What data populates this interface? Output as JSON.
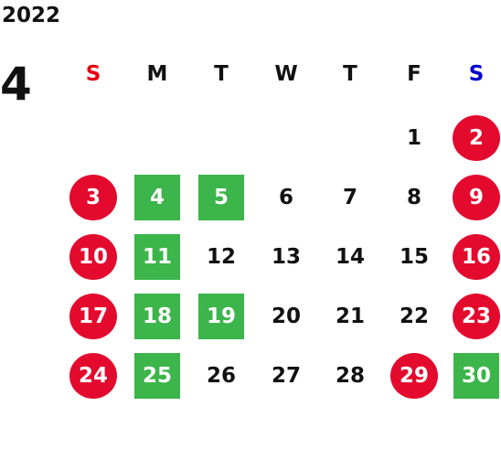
{
  "calendar": {
    "year": "2022",
    "month": "4",
    "weekdays": [
      {
        "label": "S",
        "color": "#e30613"
      },
      {
        "label": "M",
        "color": "#111111"
      },
      {
        "label": "T",
        "color": "#111111"
      },
      {
        "label": "W",
        "color": "#111111"
      },
      {
        "label": "T",
        "color": "#111111"
      },
      {
        "label": "F",
        "color": "#111111"
      },
      {
        "label": "S",
        "color": "#0000cc"
      }
    ],
    "first_weekday_index": 5,
    "days": [
      {
        "day": "1",
        "style": "plain"
      },
      {
        "day": "2",
        "style": "holiday"
      },
      {
        "day": "3",
        "style": "holiday"
      },
      {
        "day": "4",
        "style": "marked"
      },
      {
        "day": "5",
        "style": "marked"
      },
      {
        "day": "6",
        "style": "plain"
      },
      {
        "day": "7",
        "style": "plain"
      },
      {
        "day": "8",
        "style": "plain"
      },
      {
        "day": "9",
        "style": "holiday"
      },
      {
        "day": "10",
        "style": "holiday"
      },
      {
        "day": "11",
        "style": "marked"
      },
      {
        "day": "12",
        "style": "plain"
      },
      {
        "day": "13",
        "style": "plain"
      },
      {
        "day": "14",
        "style": "plain"
      },
      {
        "day": "15",
        "style": "plain"
      },
      {
        "day": "16",
        "style": "holiday"
      },
      {
        "day": "17",
        "style": "holiday"
      },
      {
        "day": "18",
        "style": "marked"
      },
      {
        "day": "19",
        "style": "marked"
      },
      {
        "day": "20",
        "style": "plain"
      },
      {
        "day": "21",
        "style": "plain"
      },
      {
        "day": "22",
        "style": "plain"
      },
      {
        "day": "23",
        "style": "holiday"
      },
      {
        "day": "24",
        "style": "holiday"
      },
      {
        "day": "25",
        "style": "marked"
      },
      {
        "day": "26",
        "style": "plain"
      },
      {
        "day": "27",
        "style": "plain"
      },
      {
        "day": "28",
        "style": "plain"
      },
      {
        "day": "29",
        "style": "holiday"
      },
      {
        "day": "30",
        "style": "marked"
      }
    ]
  },
  "colors": {
    "holiday": "#e30a2e",
    "marked": "#3cb54a",
    "text": "#111111",
    "on_color_text": "#ffffff"
  }
}
